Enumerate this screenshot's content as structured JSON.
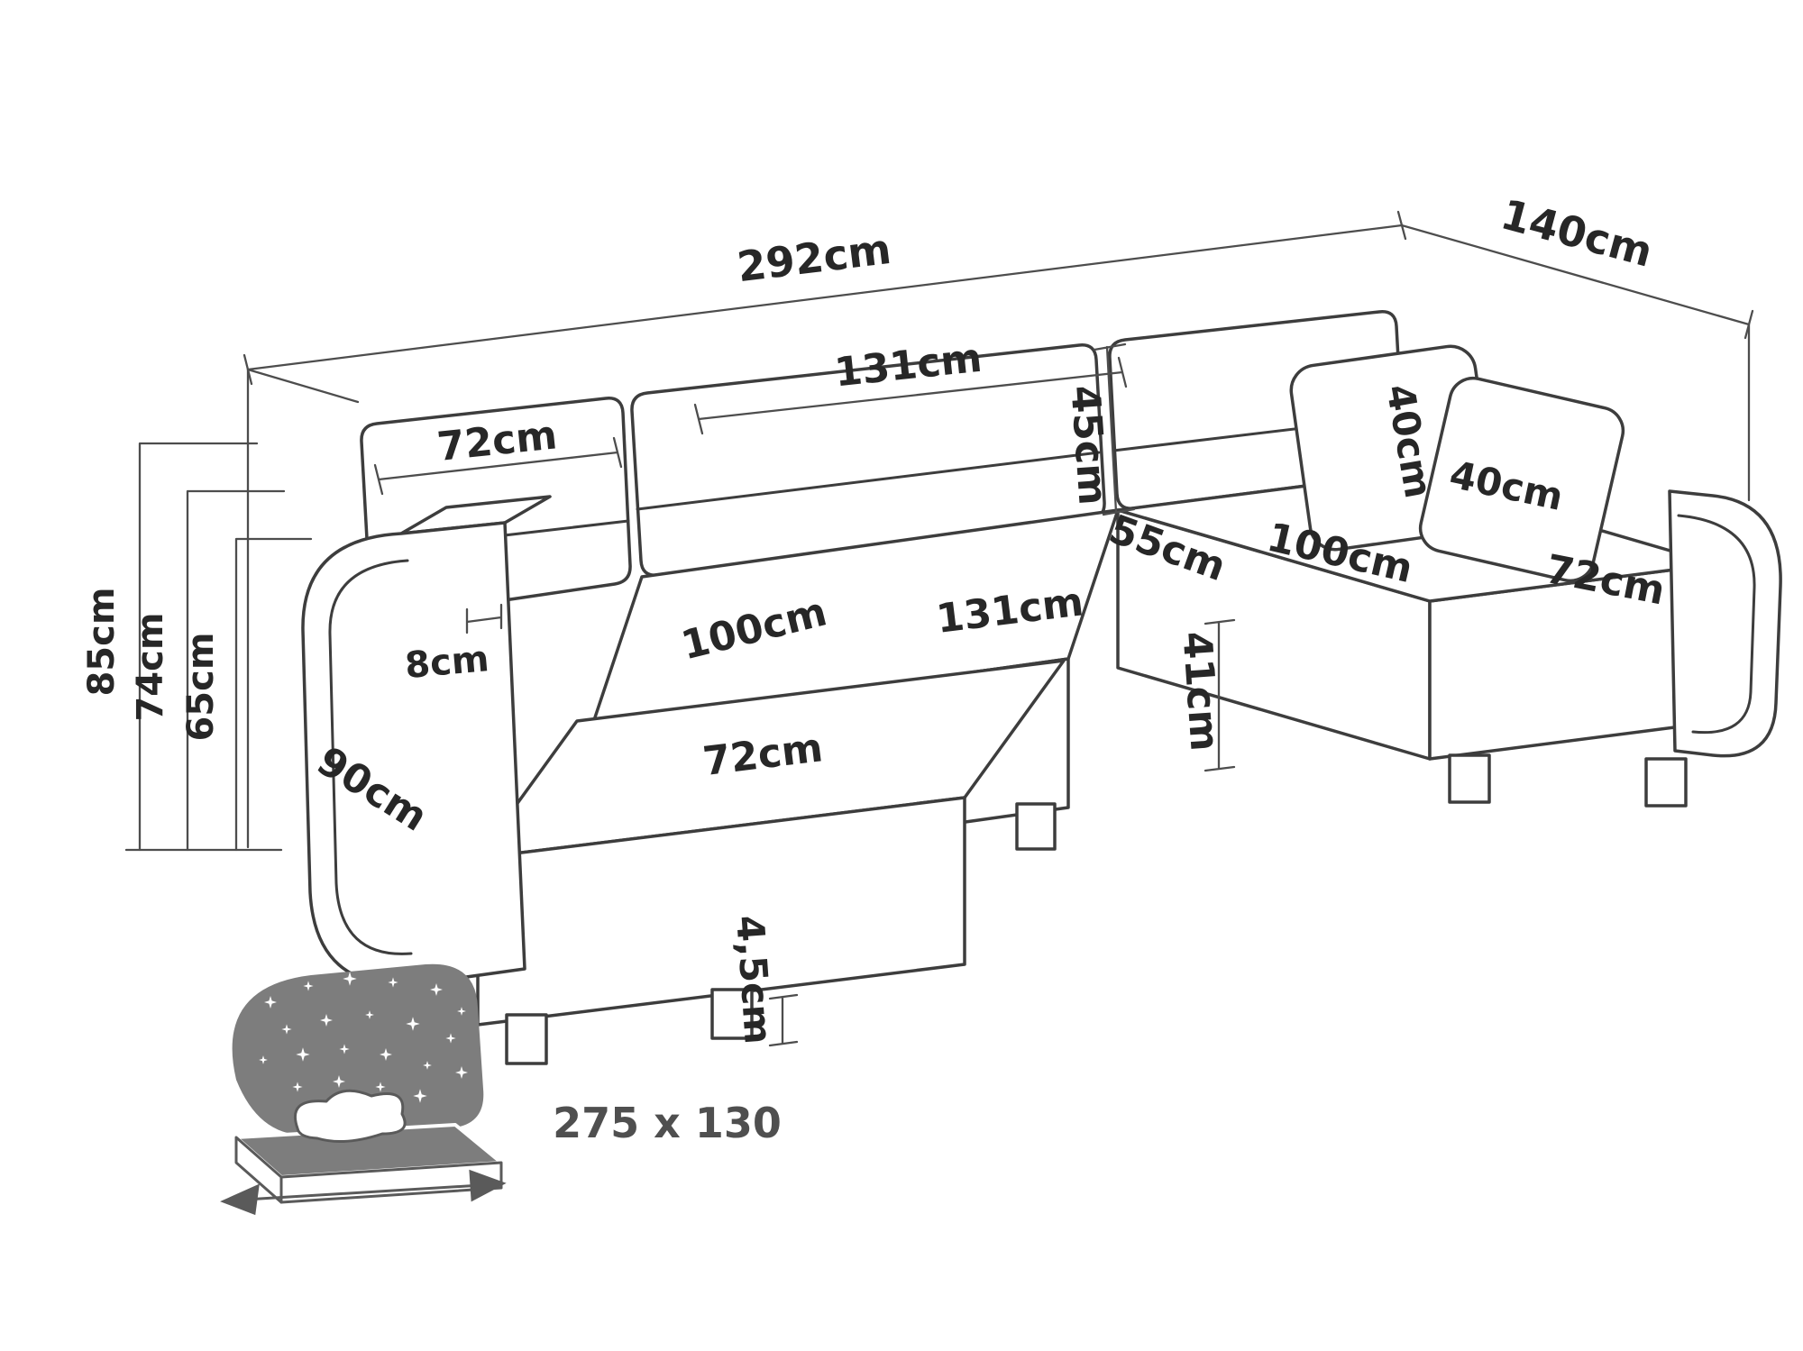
{
  "diagram": {
    "type": "furniture-dimension-diagram",
    "subject": "U-shaped corner sofa bed with measurements",
    "unit": "cm"
  },
  "labels": {
    "overall_width": "292cm",
    "right_depth": "140cm",
    "back_center_width": "131cm",
    "back_left_width": "72cm",
    "backrest_height": "45cm",
    "corner_depth": "55cm",
    "pillow_height": "40cm",
    "pillow_width": "40cm",
    "right_chaise_length": "100cm",
    "right_seat_width": "72cm",
    "left_chaise_length": "100cm",
    "center_seat_width": "131cm",
    "total_height": "85cm",
    "back_height": "74cm",
    "armrest_height": "65cm",
    "armrest_width": "8cm",
    "left_side_depth": "90cm",
    "left_seat_width": "72cm",
    "seat_height": "41cm",
    "leg_height": "4,5cm",
    "sleeping_area": "275 x 130"
  },
  "colors": {
    "line": "#3d3d3d",
    "dimension_line": "#4d4d4d",
    "text": "#272727",
    "background": "#ffffff",
    "icon_gray": "#7d7d7d"
  },
  "icons": [
    {
      "name": "sofa-bed-icon",
      "meaning": "fold-out sleeping function, sleeping surface 275 x 130"
    }
  ]
}
